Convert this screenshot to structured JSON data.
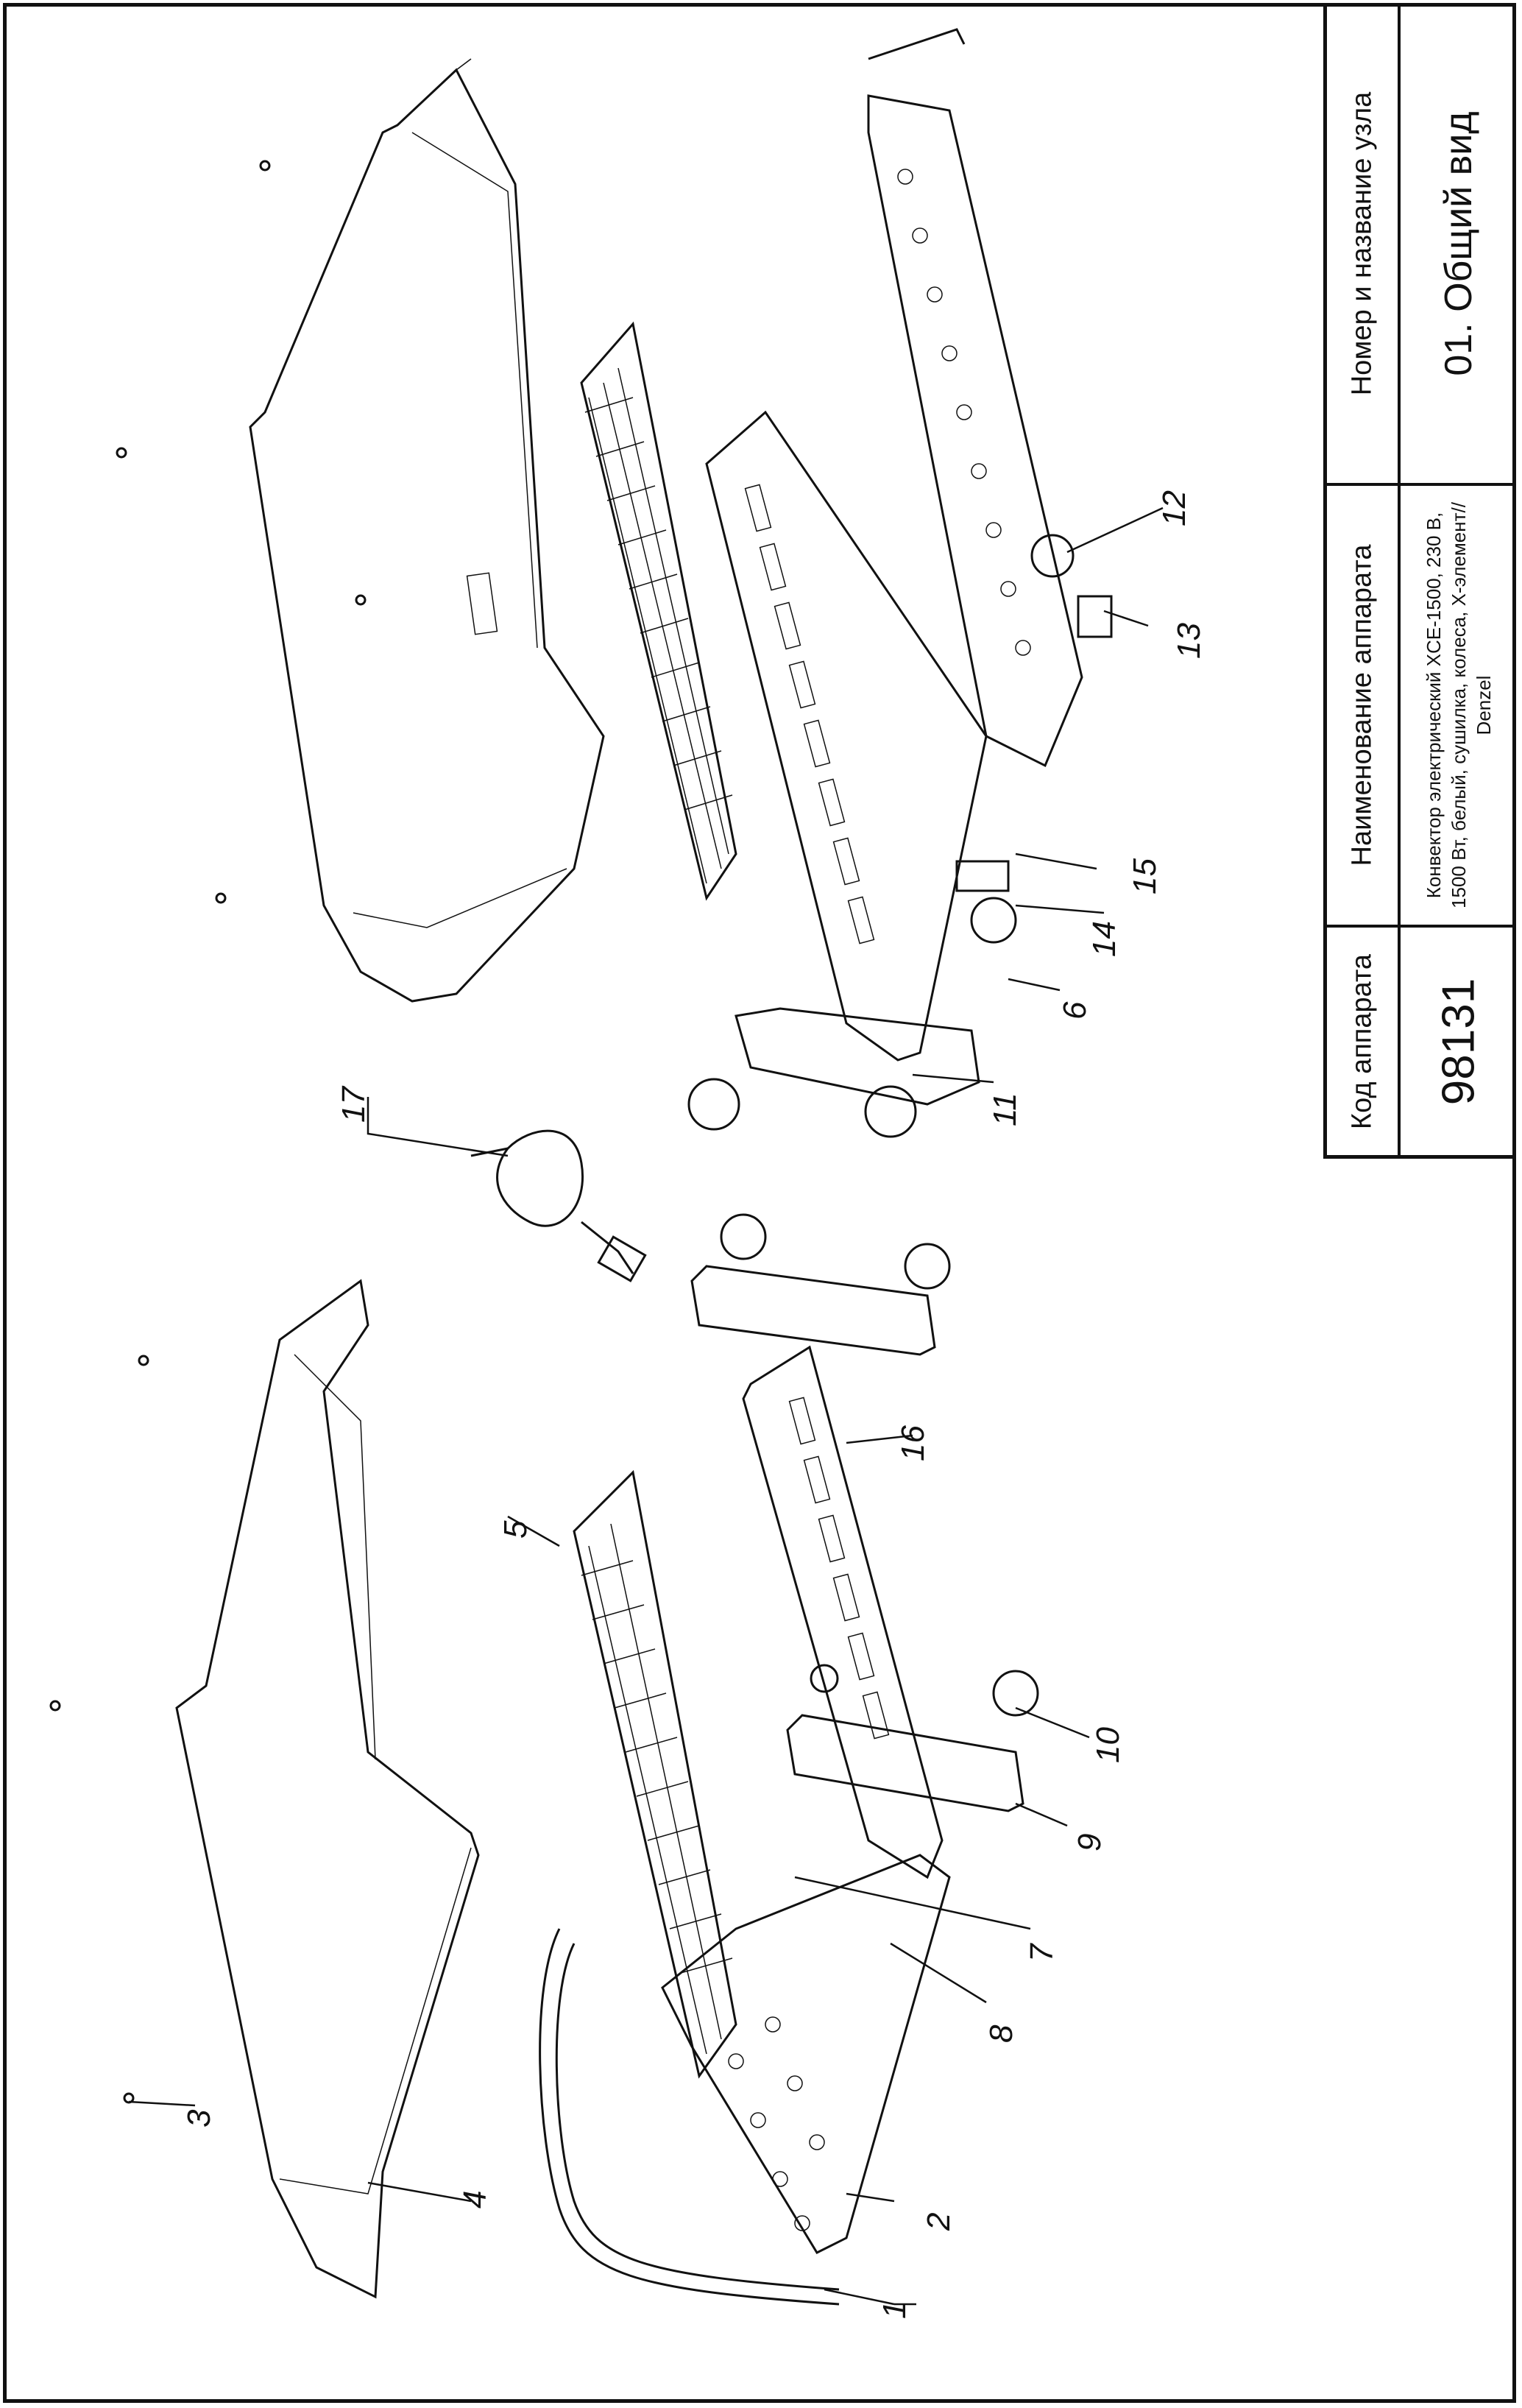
{
  "title_block": {
    "code_header": "Код аппарата",
    "code_value": "98131",
    "name_header": "Наименование аппарата",
    "name_value": "Конвектор электрический XCE-1500, 230 В, 1500 Вт, белый, сушилка, колеса, Х-элемент// Denzel",
    "node_header": "Номер и название узла",
    "node_value": "01. Общий вид"
  },
  "callouts": {
    "c1": "1",
    "c2": "2",
    "c3": "3",
    "c4": "4",
    "c5": "5",
    "c6": "6",
    "c7": "7",
    "c8": "8",
    "c9": "9",
    "c10": "10",
    "c11": "11",
    "c12": "12",
    "c13": "13",
    "c14": "14",
    "c15": "15",
    "c16": "16",
    "c17": "17"
  }
}
